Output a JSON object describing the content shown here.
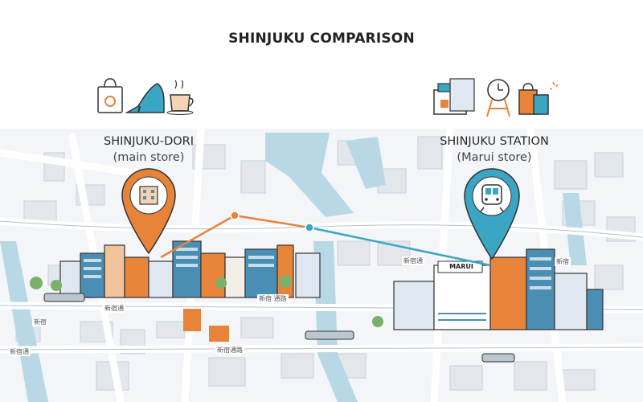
{
  "title": "SHINJUKU COMPARISON",
  "locations": [
    {
      "name": "SHINJUKU-DORI",
      "note": "(main store)",
      "accent": "#e8833a"
    },
    {
      "name": "SHINJUKU STATION",
      "note": "(Marui store)",
      "accent": "#3aa6c4"
    }
  ],
  "store_sign": "MARUI",
  "street_labels": [
    "新宿通",
    "新宿 通路",
    "新宿通",
    "新宿",
    "新宿通",
    "新宿通路",
    "新宿"
  ],
  "icons": {
    "left": [
      "shopping-bag-icon",
      "high-heel-shoe-icon",
      "coffee-cup-icon"
    ],
    "right": [
      "storefront-icon",
      "clock-icon",
      "shopping-bags-icon"
    ],
    "pins": [
      "building-icon",
      "train-icon"
    ]
  },
  "colors": {
    "orange": "#e8833a",
    "teal": "#3aa6c4",
    "water": "#b9d8e6",
    "block": "#e4e8ee"
  }
}
